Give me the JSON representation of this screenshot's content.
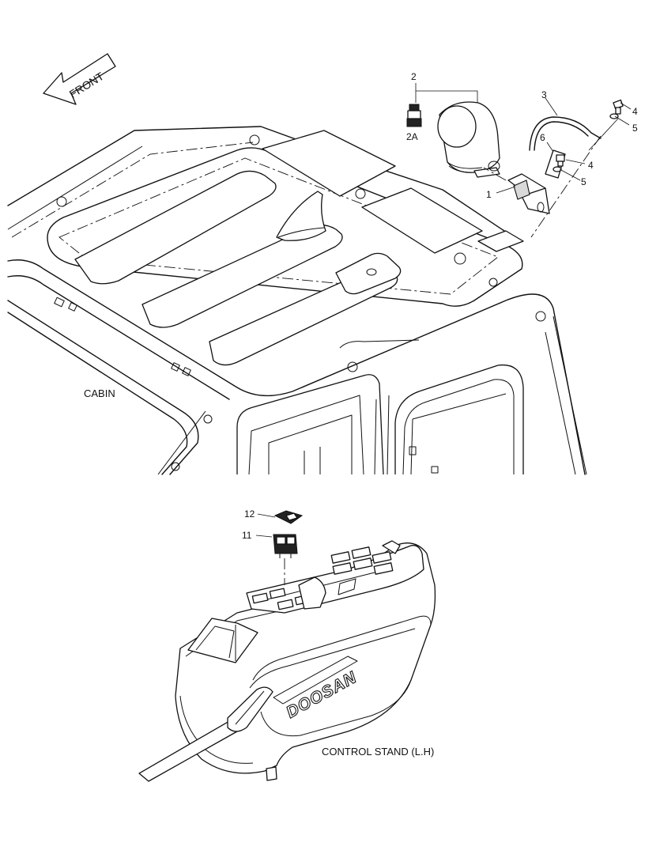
{
  "front_arrow": {
    "label": "FRONT",
    "icon": "front-direction-arrow-icon"
  },
  "cabin": {
    "caption": "CABIN",
    "callouts": {
      "p1": "1",
      "p2": "2",
      "p2a": "2A",
      "p3": "3",
      "p4a": "4",
      "p4b": "4",
      "p5a": "5",
      "p5b": "5",
      "p6": "6"
    }
  },
  "control_stand": {
    "caption": "CONTROL STAND (L.H)",
    "brand": "DOOSAN",
    "callouts": {
      "p11": "11",
      "p12": "12"
    }
  }
}
